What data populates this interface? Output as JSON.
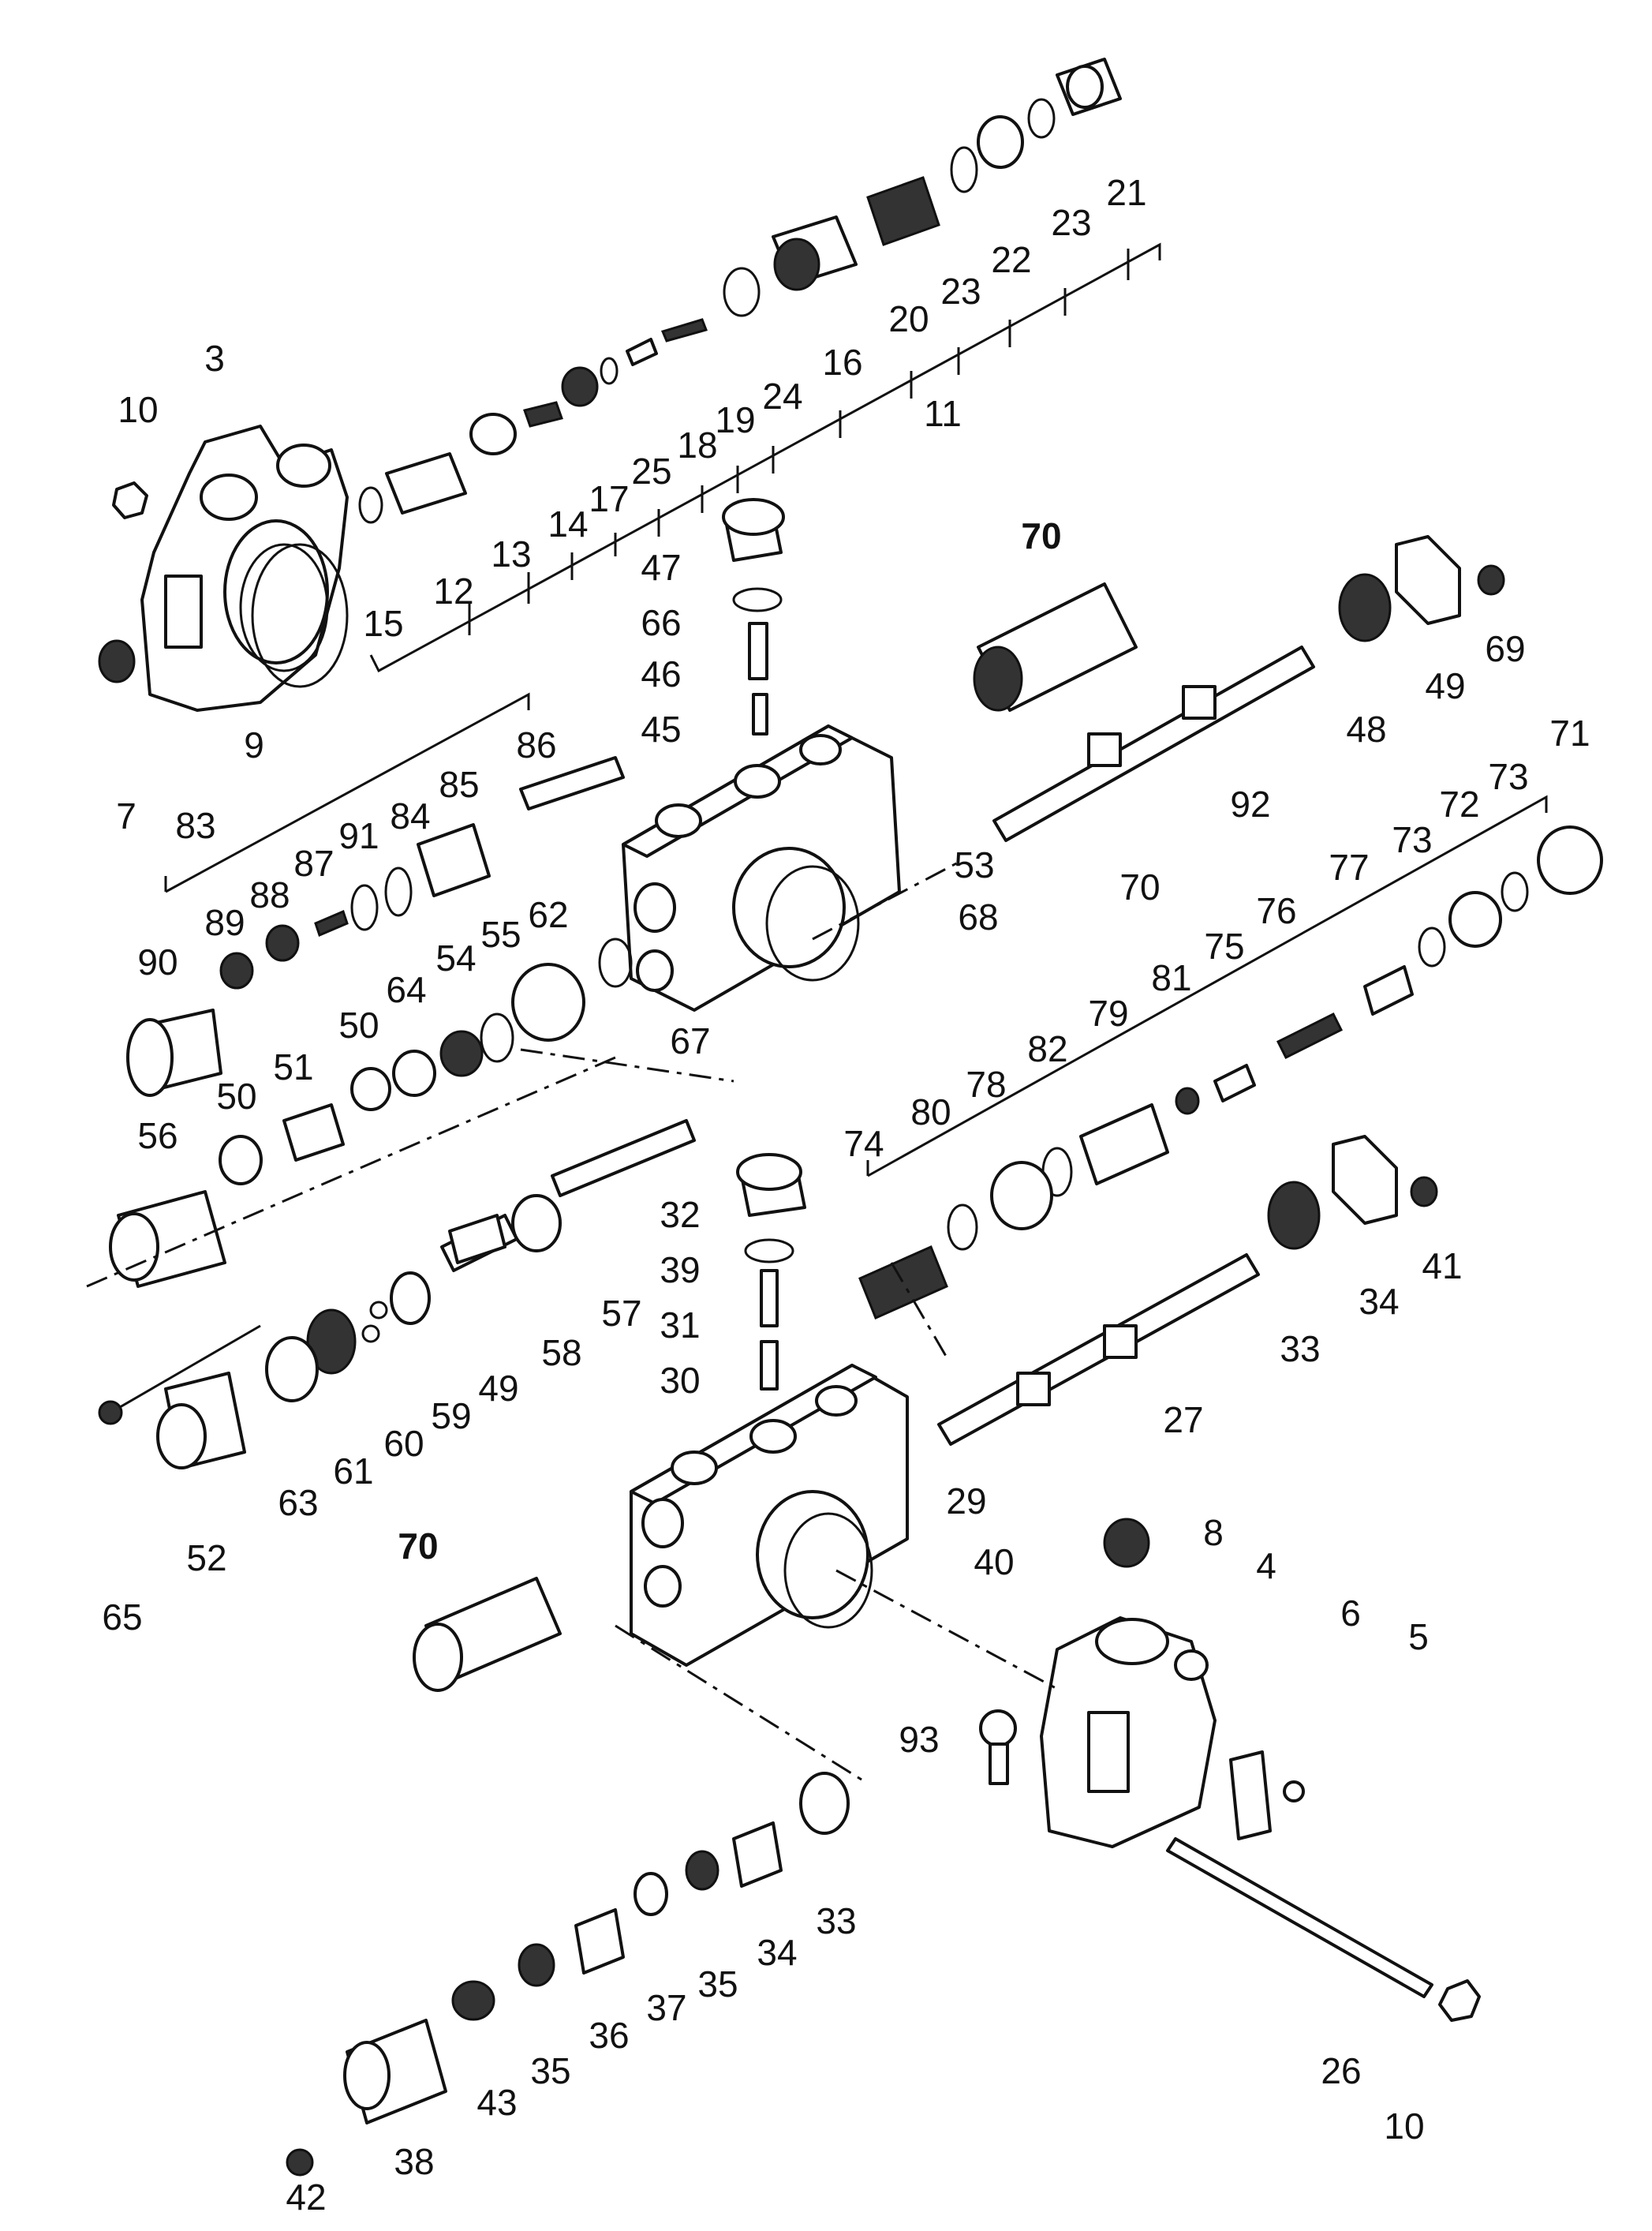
{
  "labels": {
    "l3": "3",
    "l10a": "10",
    "l7": "7",
    "l9": "9",
    "l15": "15",
    "l12": "12",
    "l13": "13",
    "l14": "14",
    "l17": "17",
    "l25": "25",
    "l18": "18",
    "l19": "19",
    "l24": "24",
    "l11": "11",
    "l16": "16",
    "l20": "20",
    "l23a": "23",
    "l22": "22",
    "l23b": "23",
    "l21": "21",
    "l47": "47",
    "l66": "66",
    "l46": "46",
    "l45": "45",
    "l70a": "70",
    "l92": "92",
    "l48": "48",
    "l49a": "49",
    "l69": "69",
    "l83": "83",
    "l89": "89",
    "l88": "88",
    "l87": "87",
    "l91": "91",
    "l84": "84",
    "l85": "85",
    "l86": "86",
    "l90": "90",
    "l53": "53",
    "l68": "68",
    "l62": "62",
    "l55": "55",
    "l54": "54",
    "l64": "64",
    "l67": "67",
    "l50a": "50",
    "l50b": "50",
    "l51": "51",
    "l56": "56",
    "l70b": "70",
    "l73a": "73",
    "l72": "72",
    "l73b": "73",
    "l71": "71",
    "l77": "77",
    "l76": "76",
    "l75": "75",
    "l81": "81",
    "l79": "79",
    "l82": "82",
    "l78": "78",
    "l80": "80",
    "l74": "74",
    "l32": "32",
    "l39": "39",
    "l31": "31",
    "l30": "30",
    "l57": "57",
    "l58": "58",
    "l49b": "49",
    "l59": "59",
    "l60": "60",
    "l61": "61",
    "l63": "63",
    "l52": "52",
    "l65": "65",
    "l33a": "33",
    "l34a": "34",
    "l41": "41",
    "l27": "27",
    "l29": "29",
    "l40": "40",
    "l70c": "70",
    "l8": "8",
    "l4": "4",
    "l6": "6",
    "l5": "5",
    "l93": "93",
    "l33b": "33",
    "l34b": "34",
    "l35a": "35",
    "l37": "37",
    "l36": "36",
    "l35b": "35",
    "l43": "43",
    "l38": "38",
    "l42": "42",
    "l26": "26",
    "l10b": "10"
  }
}
